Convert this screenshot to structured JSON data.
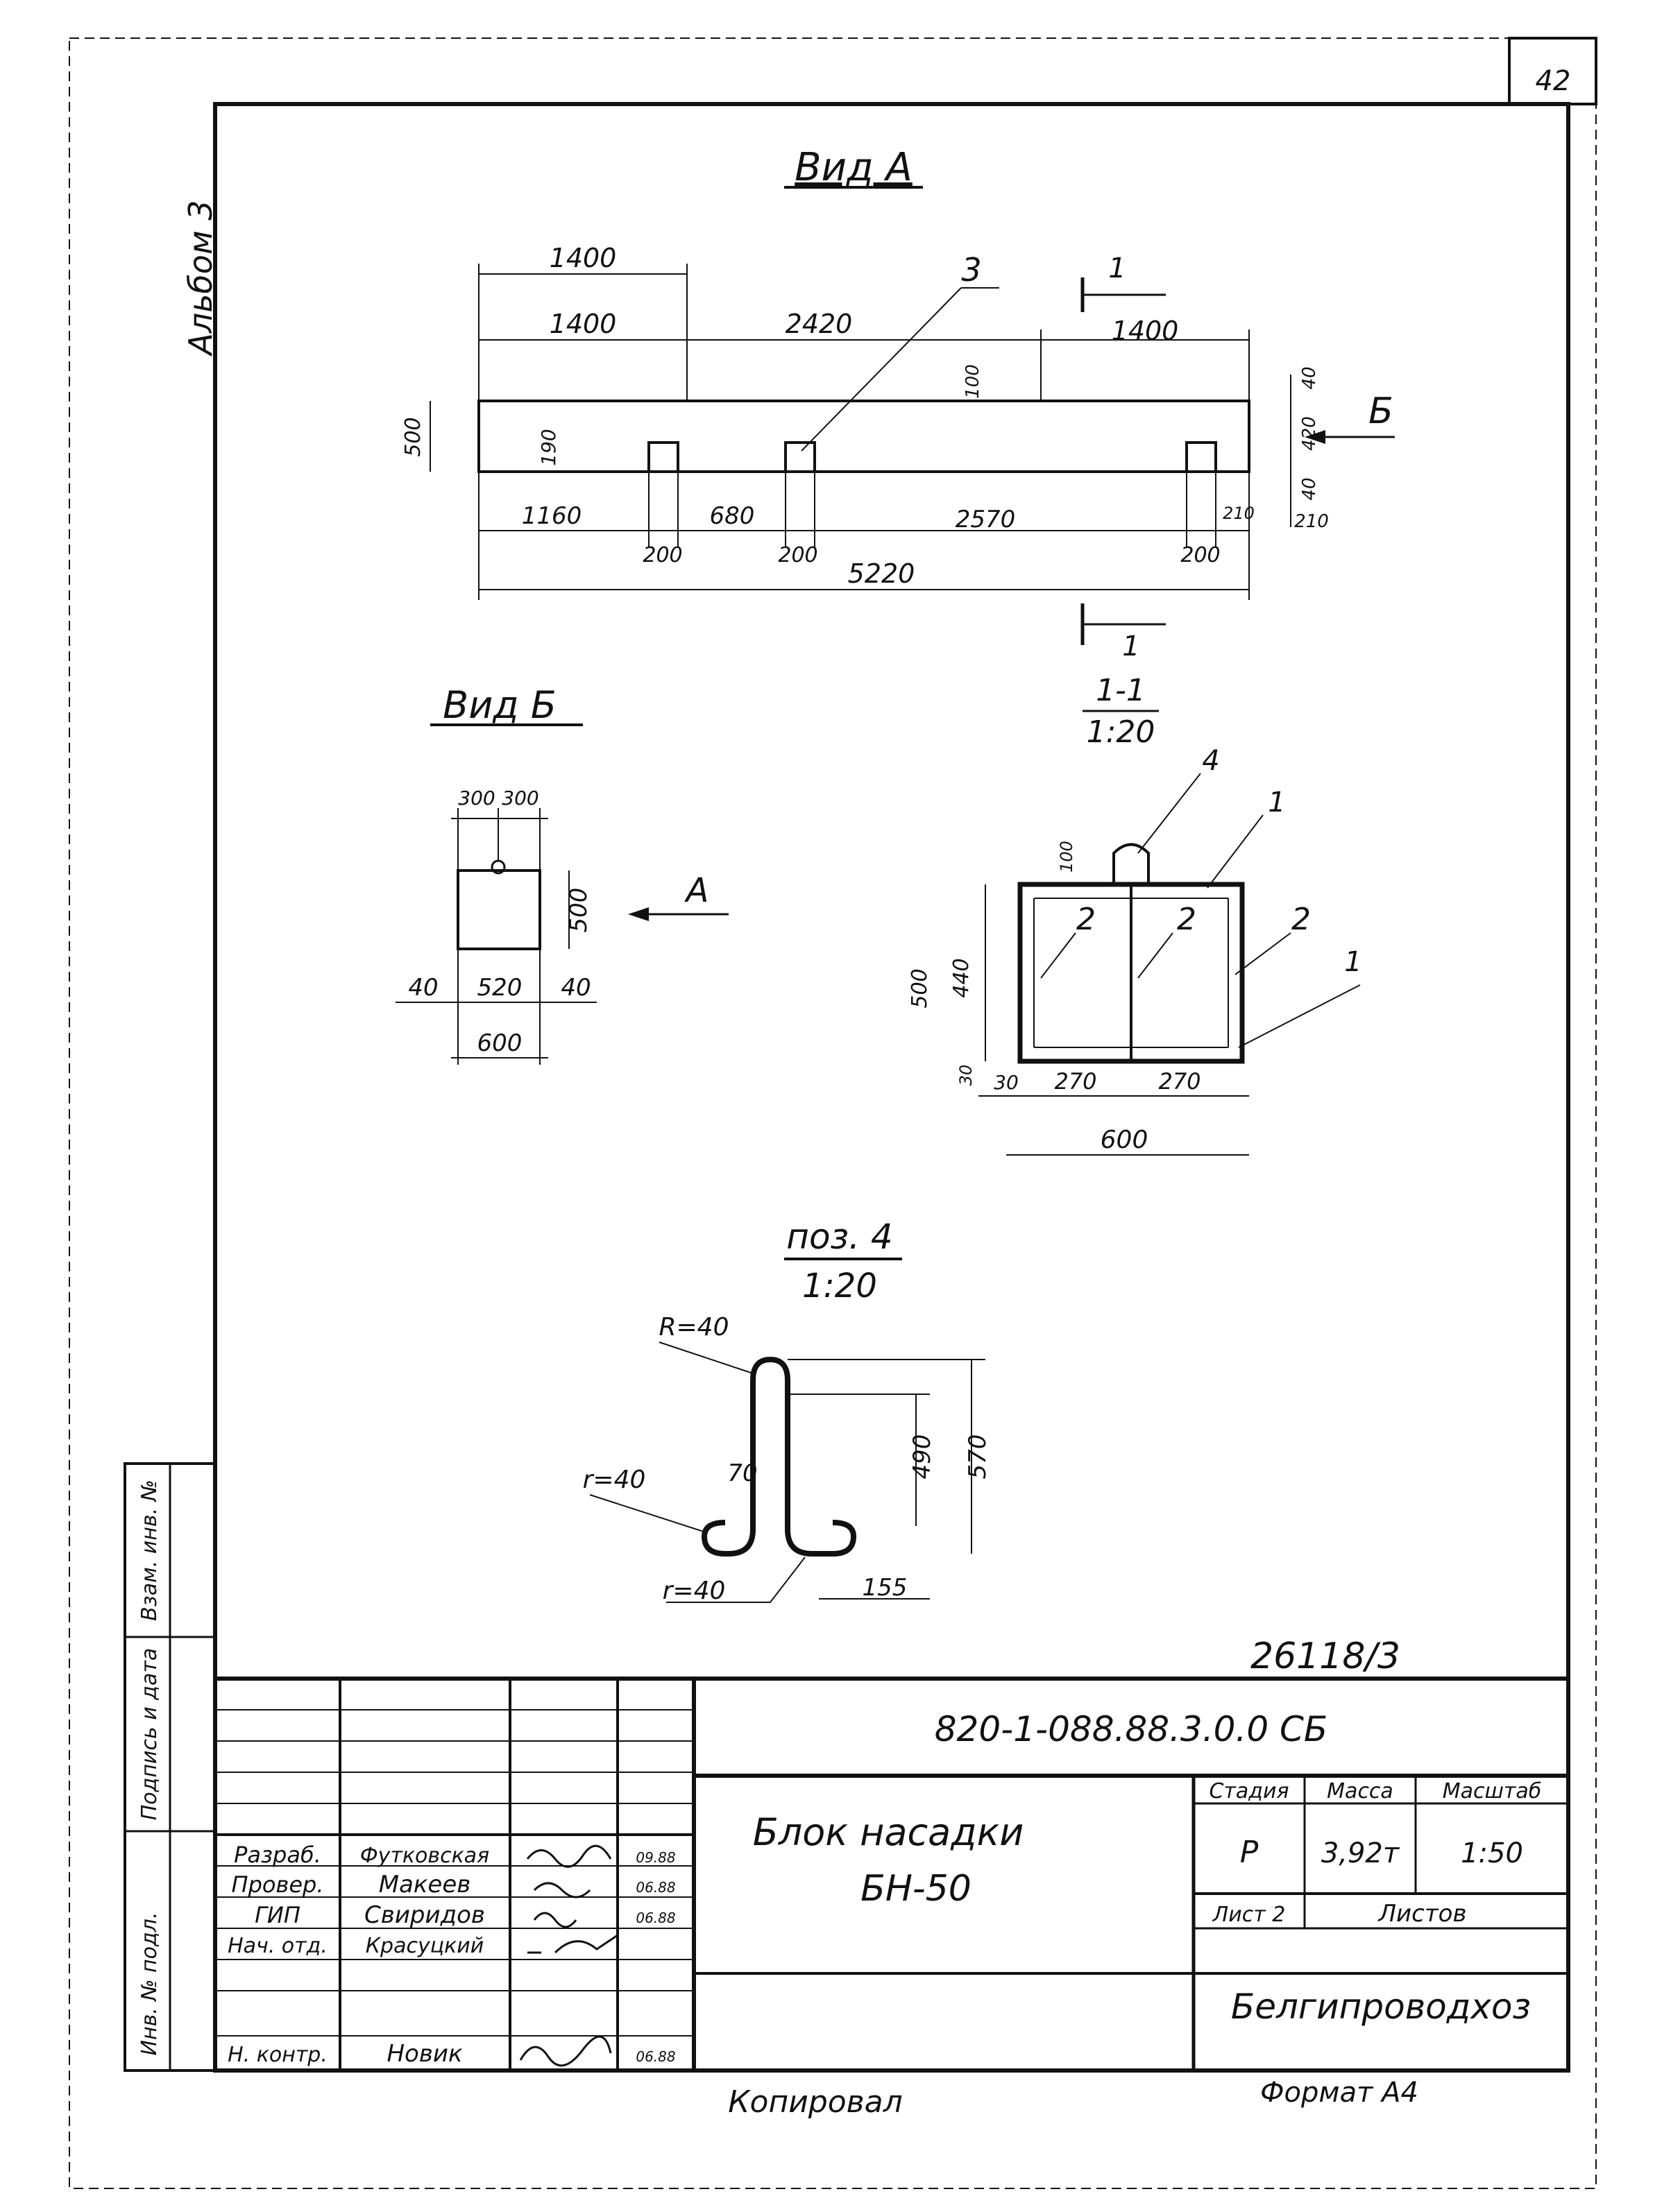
{
  "sheet": {
    "page_number": "42",
    "album": "Альбом 3",
    "archive_mark": "26118/3",
    "copied": "Копировал",
    "format": "Формат А4"
  },
  "view_a": {
    "title": "Вид А",
    "dims_top": [
      "1400",
      "1400",
      "2420",
      "1400"
    ],
    "dims_bottom": [
      "1160",
      "680",
      "2570",
      "5220"
    ],
    "hole_widths": [
      "200",
      "200",
      "200"
    ],
    "left_height": "500",
    "hole_height": "190",
    "notch": "100",
    "right_dims": [
      "40",
      "420",
      "40",
      "210",
      "210"
    ],
    "pos_label": "3",
    "section_marks": [
      "1",
      "1"
    ],
    "arrow_label": "Б"
  },
  "view_b": {
    "title": "Вид Б",
    "top_dims": [
      "300",
      "300"
    ],
    "height": "500",
    "bottom_dims": [
      "40",
      "520",
      "40"
    ],
    "width": "600",
    "arrow_label": "А"
  },
  "section_1_1": {
    "title": "1-1",
    "scale": "1:20",
    "dims_left": [
      "500",
      "440",
      "30"
    ],
    "notch": "100",
    "dims_bottom": [
      "30",
      "270",
      "270"
    ],
    "width": "600",
    "pos_labels": [
      "4",
      "1",
      "2",
      "2",
      "2",
      "1"
    ]
  },
  "pos_4": {
    "title": "поз. 4",
    "scale": "1:20",
    "r_top": "R=40",
    "r_left": "r=40",
    "r_bottom": "r=40",
    "dim_70": "70",
    "dim_490": "490",
    "dim_570": "570",
    "dim_155": "155"
  },
  "side_strip": {
    "labels": [
      "Инв. № подл.",
      "Подпись и дата",
      "Взам. инв. №"
    ]
  },
  "title_block": {
    "designation": "820-1-088.88.3.0.0 СБ",
    "name_line1": "Блок насадки",
    "name_line2": "БН-50",
    "headers": [
      "Стадия",
      "Масса",
      "Масштаб"
    ],
    "values": [
      "Р",
      "3,92т",
      "1:50"
    ],
    "sheet_label": "Лист 2",
    "sheets_label": "Листов",
    "organization": "Белгипроводхоз",
    "roles": [
      {
        "role": "Разраб.",
        "name": "Футковская",
        "date": "09.88"
      },
      {
        "role": "Провер.",
        "name": "Макеев",
        "date": "06.88"
      },
      {
        "role": "ГИП",
        "name": "Свиридов",
        "date": "06.88"
      },
      {
        "role": "Нач. отд.",
        "name": "Красуцкий",
        "date": ""
      },
      {
        "role": "Н. контр.",
        "name": "Новик",
        "date": "06.88"
      }
    ]
  }
}
